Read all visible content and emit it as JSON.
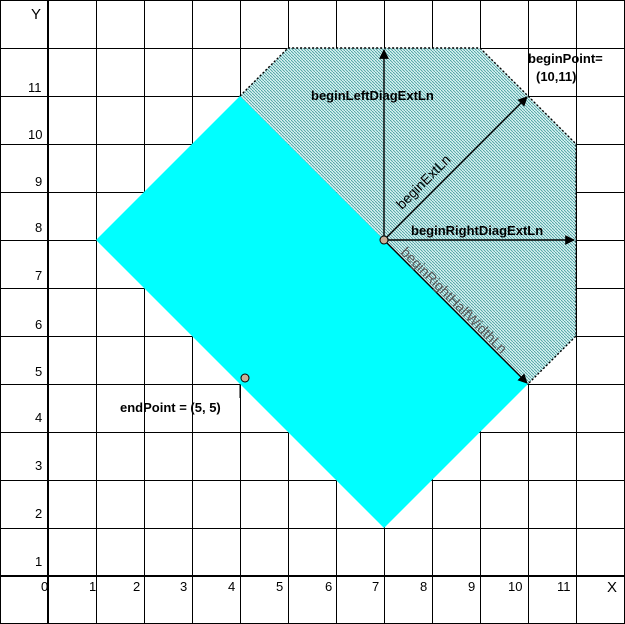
{
  "axes": {
    "x_label": "X",
    "y_label": "Y",
    "x_ticks": [
      "0",
      "1",
      "2",
      "3",
      "4",
      "5",
      "6",
      "7",
      "8",
      "9",
      "10",
      "11"
    ],
    "y_ticks": [
      "1",
      "2",
      "3",
      "4",
      "5",
      "6",
      "7",
      "8",
      "9",
      "10",
      "11"
    ]
  },
  "labels": {
    "begin_left_diag_ext_ln": "beginLeftDiagExtLn",
    "begin_ext_ln": "beginExtLn",
    "begin_right_diag_ext_ln": "beginRightDiagExtLn",
    "begin_right_half_width_ln": "beginRightHalfWidthLn",
    "begin_point_line1": "beginPoint=",
    "begin_point_line2": "(10,11)",
    "end_point": "endPoint = (5, 5)"
  },
  "colors": {
    "grid": "#000000",
    "body_fill": "#00ffff",
    "cap_fill": "#a8d8d8",
    "point_fill": "#c8b098"
  }
}
